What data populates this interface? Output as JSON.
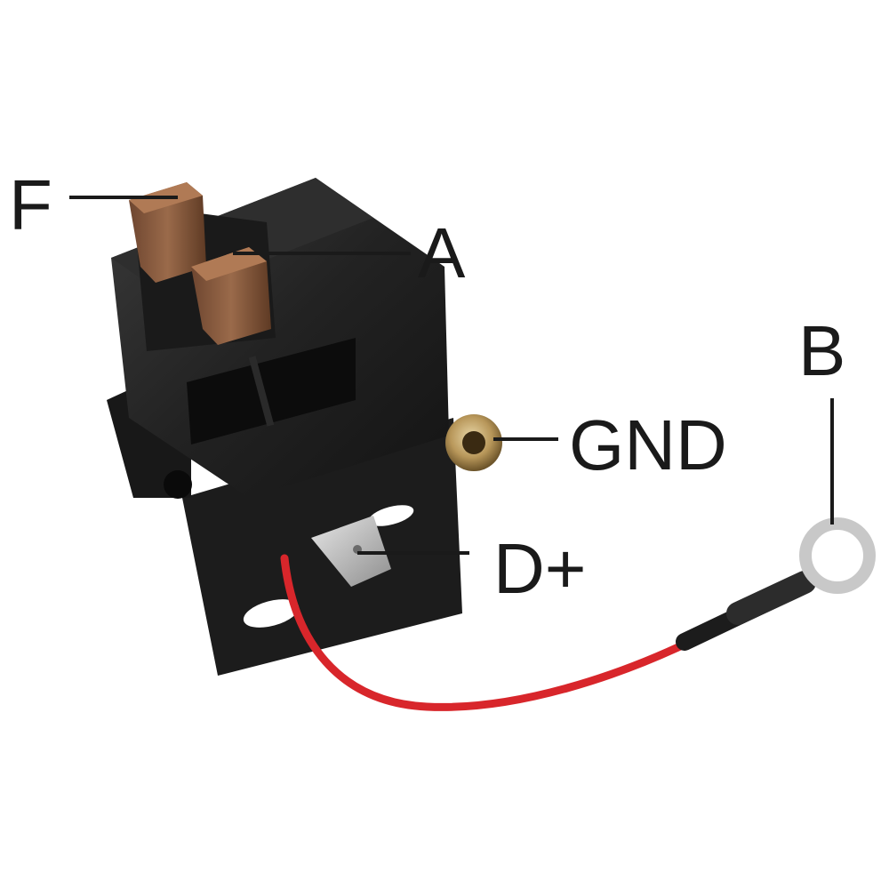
{
  "labels": {
    "f": "F",
    "a": "A",
    "b": "B",
    "gnd": "GND",
    "d_plus": "D+"
  },
  "colors": {
    "housing": "#222222",
    "housing_dark": "#141414",
    "housing_light": "#3a3a3a",
    "brush": "#8a5a3c",
    "brush_dark": "#5e3a24",
    "wire": "#d8262b",
    "brass": "#b8975a",
    "terminal_metal": "#b9b9b9",
    "label_text": "#1a1a1a"
  },
  "icons": {
    "ground_terminal": "brass-eyelet-icon",
    "ring_terminal": "ring-terminal-icon",
    "spade_terminal": "spade-terminal-icon"
  }
}
